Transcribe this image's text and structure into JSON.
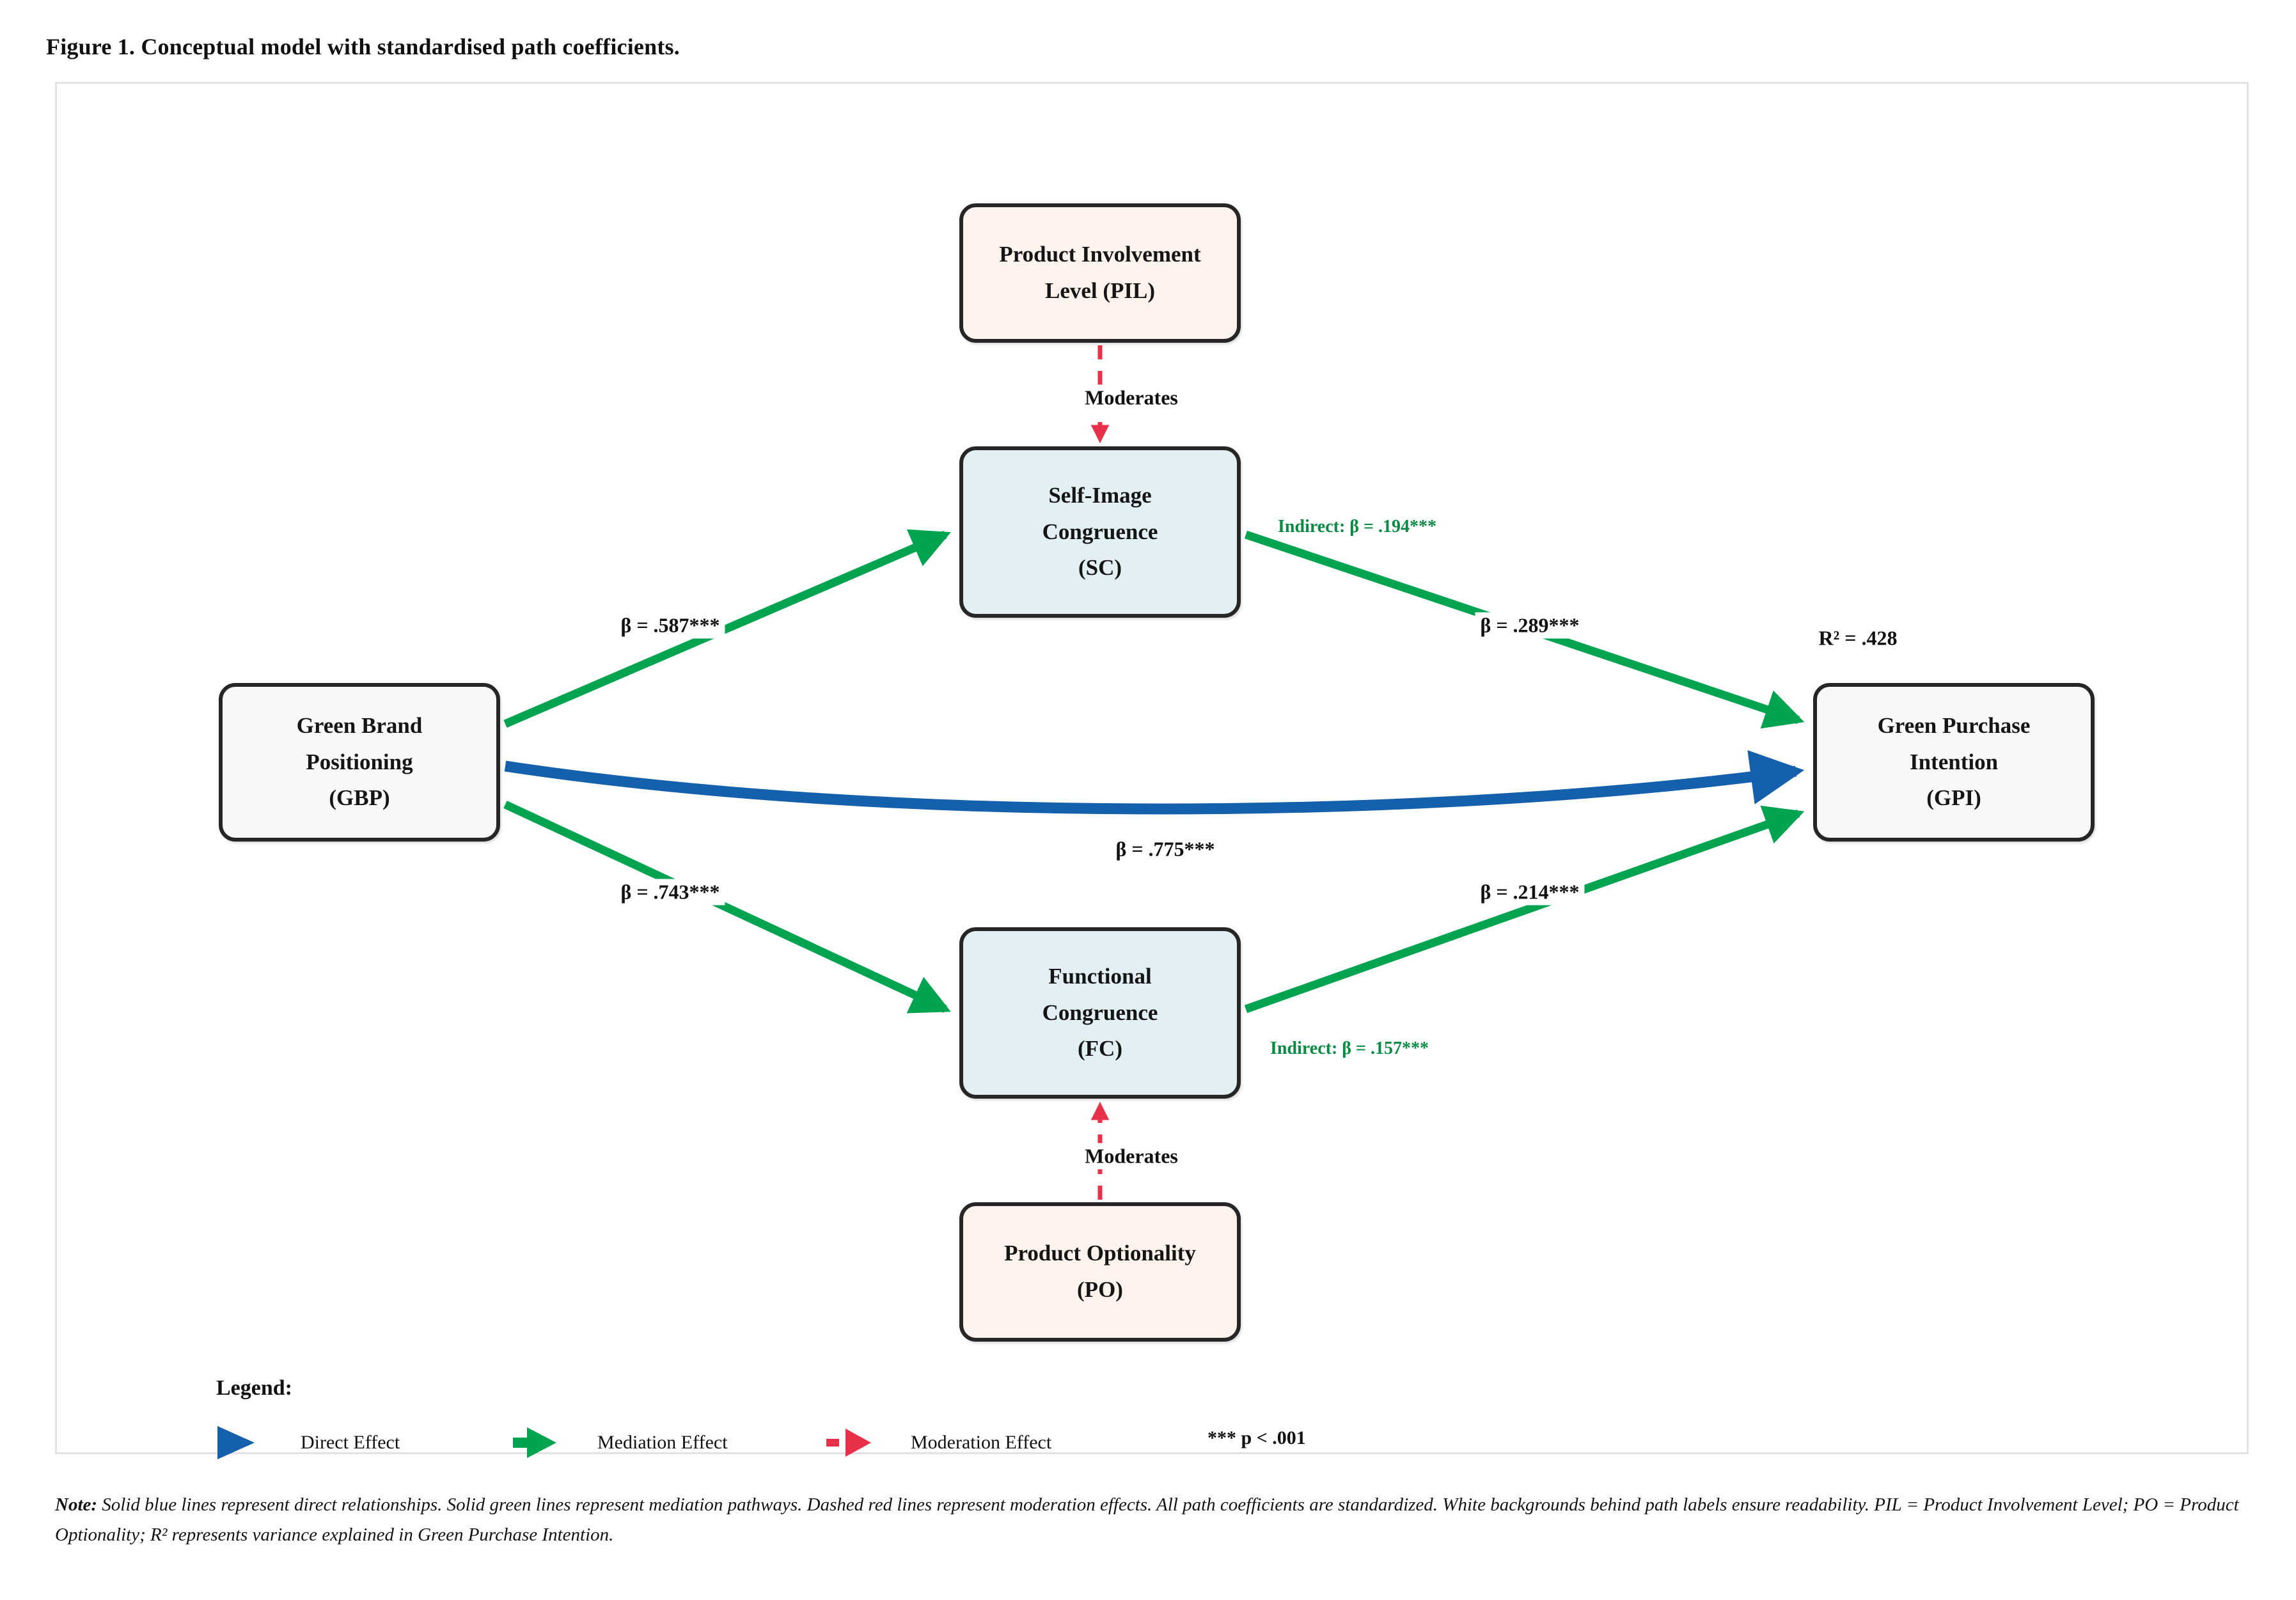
{
  "figure": {
    "title": "Figure 1. Conceptual model with standardised path coefficients."
  },
  "nodes": {
    "pil": {
      "type": "moderator",
      "lines": [
        "Product Involvement",
        "Level (PIL)"
      ]
    },
    "sc": {
      "type": "mediator",
      "lines": [
        "Self-Image",
        "Congruence",
        "(SC)"
      ]
    },
    "gbp": {
      "type": "exogenous",
      "lines": [
        "Green Brand",
        "Positioning",
        "(GBP)"
      ]
    },
    "gpi": {
      "type": "endogenous",
      "lines": [
        "Green Purchase",
        "Intention",
        "(GPI)"
      ]
    },
    "fc": {
      "type": "mediator",
      "lines": [
        "Functional",
        "Congruence",
        "(FC)"
      ]
    },
    "po": {
      "type": "moderator",
      "lines": [
        "Product Optionality",
        "(PO)"
      ]
    }
  },
  "paths": {
    "gbp_to_sc": "β = .587***",
    "sc_to_gpi": "β = .289***",
    "gbp_to_fc": "β = .743***",
    "fc_to_gpi": "β = .214***",
    "gbp_to_gpi": "β = .775***",
    "indirect_sc": "Indirect: β = .194***",
    "indirect_fc": "Indirect: β = .157***",
    "moderates_pil": "Moderates",
    "moderates_po": "Moderates",
    "r_squared": "R² = .428"
  },
  "legend": {
    "title": "Legend:",
    "items": [
      {
        "label": "Direct Effect",
        "icon": "blue-solid-arrow-icon",
        "color": "#1560ac"
      },
      {
        "label": "Mediation Effect",
        "icon": "green-solid-arrow-icon",
        "color": "#00a350"
      },
      {
        "label": "Moderation Effect",
        "icon": "red-dashed-arrow-icon",
        "color": "#e8304b"
      }
    ],
    "significance": "*** p < .001"
  },
  "note": {
    "label": "Note:",
    "text": " Solid blue lines represent direct relationships. Solid green lines represent mediation pathways. Dashed red lines represent moderation effects. All path coefficients are standardized. White backgrounds behind path labels ensure readability. PIL = Product Involvement Level; PO = Product Optionality; R² represents variance explained in Green Purchase Intention."
  },
  "colors": {
    "direct": "#1560ac",
    "mediation": "#00a350",
    "moderation": "#e8304b",
    "node_border": "#262626",
    "moderator_fill": "#fdf2ec",
    "mediator_fill": "#e2eff3",
    "endogenous_fill": "#f8f8f8",
    "frame_border": "#e2e2e2"
  }
}
